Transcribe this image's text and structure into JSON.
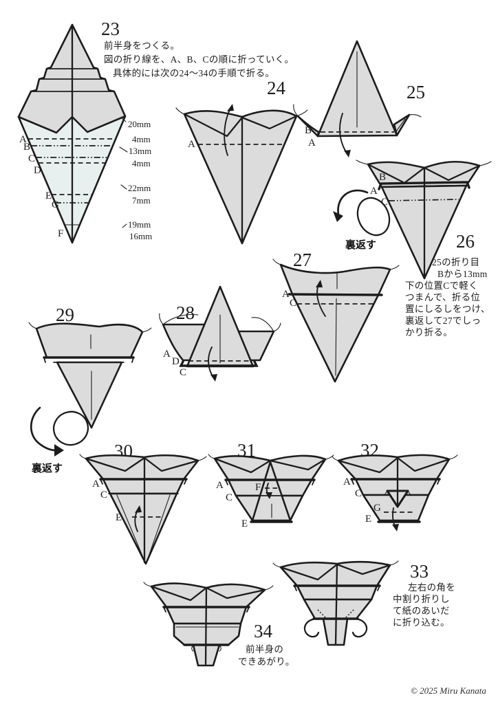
{
  "page": {
    "copyright": "© 2025 Miru Kanata"
  },
  "colors": {
    "paper": "#dcdcdc",
    "paper_highlight": "#e7f0ee",
    "ink": "#1c1c1c"
  },
  "flips": [
    {
      "label": "裏返す"
    },
    {
      "label": "裏返す"
    }
  ],
  "steps": {
    "s23": {
      "number": "23",
      "lines": [
        "前半身をつくる。",
        "図の折り線を、A、B、Cの順に折っていく。",
        "具体的には次の24〜34の手順で折る。"
      ],
      "labels": {
        "A": "A",
        "B": "B",
        "C": "C",
        "D": "D",
        "E": "E",
        "G": "G",
        "F": "F"
      },
      "measurements": [
        "20mm",
        "4mm",
        "13mm",
        "4mm",
        "22mm",
        "7mm",
        "19mm",
        "16mm"
      ]
    },
    "s24": {
      "number": "24",
      "labels": {
        "A": "A"
      }
    },
    "s25": {
      "number": "25",
      "labels": {
        "B": "B",
        "A": "A"
      }
    },
    "s26": {
      "number": "26",
      "labels": {
        "B": "B",
        "A": "A",
        "C": "C"
      },
      "lines": [
        "25の折り目",
        "Bから13mm",
        "下の位置Cで軽く",
        "つまんで、折る位",
        "置にしるしをつけ、",
        "裏返して27でしっ",
        "かり折る。"
      ]
    },
    "s27": {
      "number": "27",
      "labels": {
        "A": "A",
        "C": "C"
      }
    },
    "s28": {
      "number": "28",
      "labels": {
        "A": "A",
        "D": "D",
        "C": "C"
      }
    },
    "s29": {
      "number": "29"
    },
    "s30": {
      "number": "30",
      "labels": {
        "A": "A",
        "C": "C",
        "E": "E"
      }
    },
    "s31": {
      "number": "31",
      "labels": {
        "A": "A",
        "C": "C",
        "F": "F",
        "E": "E"
      }
    },
    "s32": {
      "number": "32",
      "labels": {
        "A": "A",
        "C": "C",
        "G": "G",
        "E": "E"
      }
    },
    "s33": {
      "number": "33",
      "lines": [
        "左右の角を",
        "中割り折りし",
        "て紙のあいだ",
        "に折り込む。"
      ]
    },
    "s34": {
      "number": "34",
      "lines": [
        "前半身の",
        "できあがり。"
      ]
    }
  }
}
